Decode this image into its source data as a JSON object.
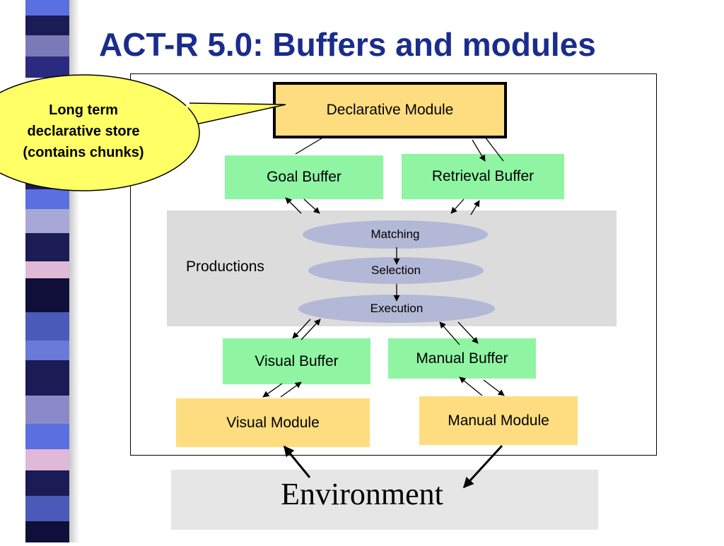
{
  "title": "ACT-R 5.0:  Buffers and modules",
  "callout": {
    "lines": [
      "Long term",
      "declarative store",
      "(contains chunks)"
    ]
  },
  "modules": {
    "declarative": "Declarative Module",
    "visual": "Visual Module",
    "manual": "Manual Module"
  },
  "buffers": {
    "goal": "Goal Buffer",
    "retrieval": "Retrieval Buffer",
    "visual": "Visual Buffer",
    "manual": "Manual Buffer"
  },
  "productions": {
    "label": "Productions",
    "stages": [
      "Matching",
      "Selection",
      "Execution"
    ]
  },
  "environment": "Environment",
  "colors": {
    "title": "#1a2c8c",
    "buffer": "#8ff5a3",
    "module": "#fddd7f",
    "productions_bg": "#dcdcdc",
    "stage_ellipse": "#b3b8d6",
    "callout": "#ffff66",
    "environment_bg": "#e6e6e6"
  }
}
